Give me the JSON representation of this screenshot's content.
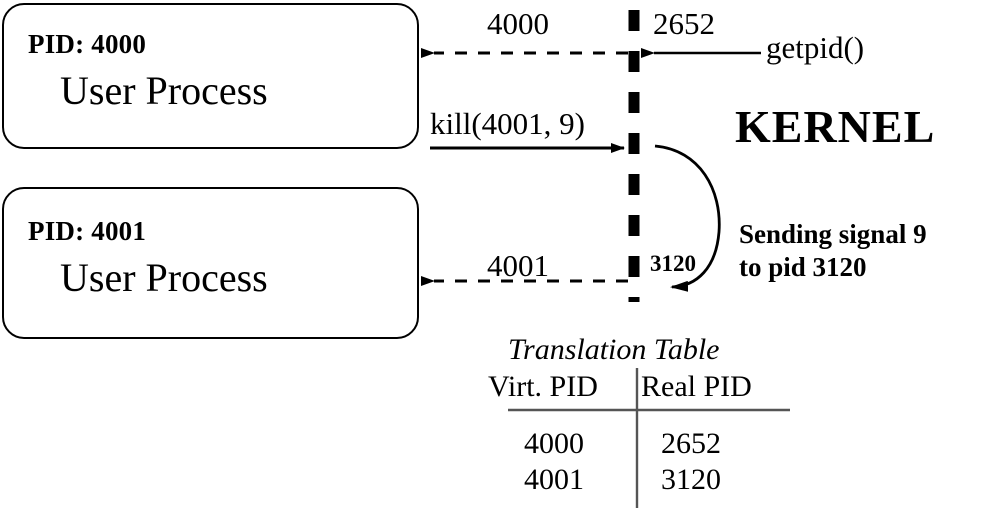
{
  "diagram": {
    "title": "PID virtualization / translation in kernel",
    "kernel_label": "KERNEL",
    "boundary": {
      "name": "kernel-boundary",
      "style": "thick-dashed-vertical",
      "color": "#000000"
    },
    "processes": [
      {
        "pid_label": "PID: 4000",
        "title": "User Process"
      },
      {
        "pid_label": "PID: 4001",
        "title": "User Process"
      }
    ],
    "arrows": [
      {
        "name": "getpid-return-arrow",
        "label": "4000",
        "style": "dashed",
        "direction": "left"
      },
      {
        "name": "getpid-call-arrow",
        "label": "getpid()",
        "style": "solid",
        "direction": "left"
      },
      {
        "name": "real-pid-top",
        "label": "2652"
      },
      {
        "name": "kill-call-arrow",
        "label": "kill(4001, 9)",
        "style": "solid",
        "direction": "right"
      },
      {
        "name": "kill-return-arrow",
        "label": "4001",
        "style": "dashed",
        "direction": "left"
      },
      {
        "name": "real-pid-bottom",
        "label": "3120"
      },
      {
        "name": "signal-curve-arrow",
        "label": "Sending signal 9\nto pid 3120",
        "style": "curved",
        "direction": "left"
      }
    ],
    "signal_note_line1": "Sending signal 9",
    "signal_note_line2": "to pid 3120"
  },
  "table": {
    "caption": "Translation Table",
    "columns": [
      "Virt. PID",
      "Real PID"
    ],
    "rows": [
      {
        "virt": "4000",
        "real": "2652"
      },
      {
        "virt": "4001",
        "real": "3120"
      }
    ]
  },
  "colors": {
    "stroke": "#000000",
    "background": "#ffffff",
    "rule": "#555555"
  }
}
